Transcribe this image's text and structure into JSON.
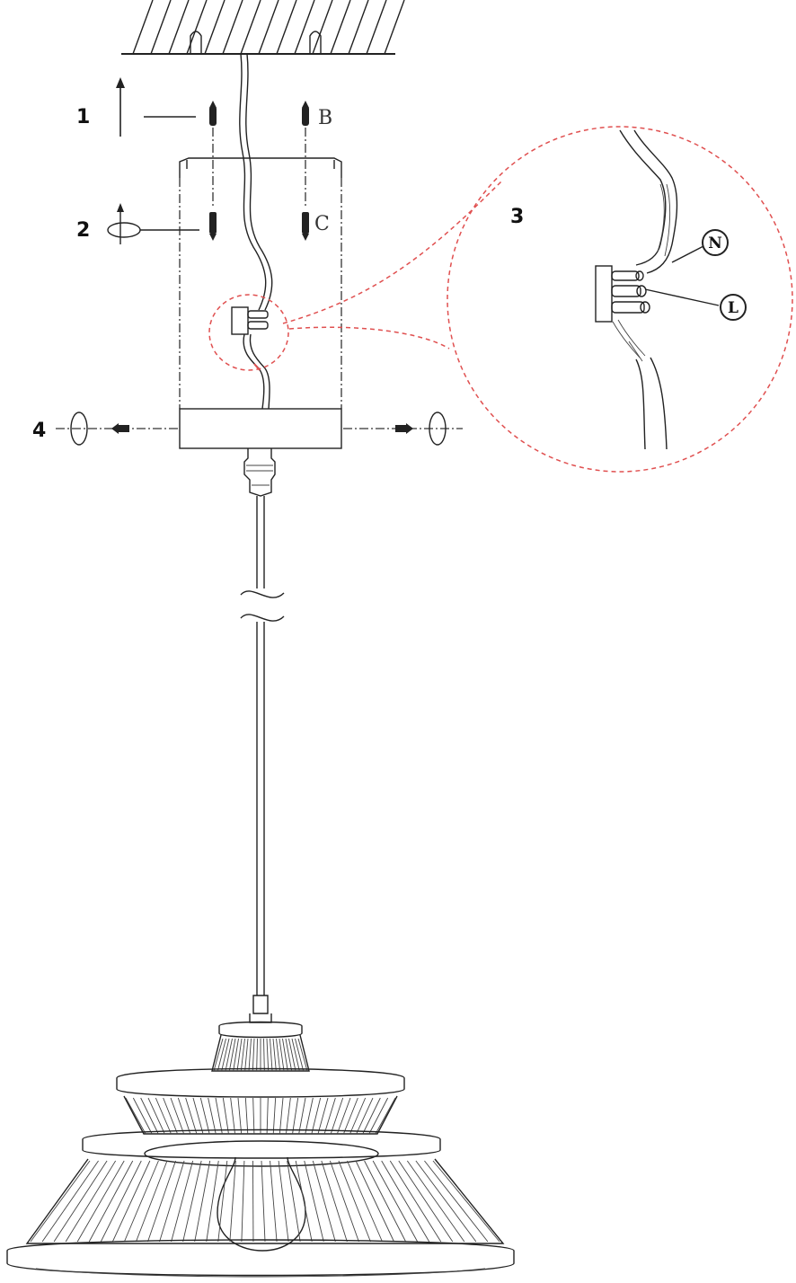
{
  "steps": {
    "s1": "1",
    "s2": "2",
    "s3": "3",
    "s4": "4"
  },
  "parts": {
    "b": "B",
    "c": "C"
  },
  "terminals": {
    "n": "N",
    "l": "L"
  },
  "colors": {
    "line": "#222222",
    "detail_circle": "#e05050",
    "part_label": "#333333"
  }
}
